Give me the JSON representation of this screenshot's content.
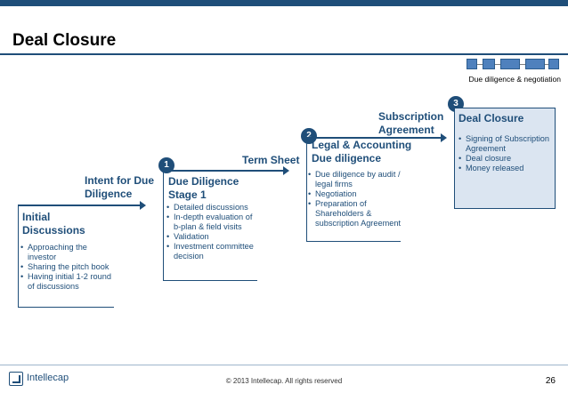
{
  "header": {
    "title": "Deal Closure"
  },
  "minimap": {
    "caption": "Due diligence & negotiation",
    "accent": "#4f81bd"
  },
  "stages": [
    {
      "title": "Initial Discussions",
      "bullets": [
        "Approaching the investor",
        "Sharing the pitch book",
        "Having initial 1-2 round of discussions"
      ]
    },
    {
      "number": "1",
      "title": "Due Diligence Stage 1",
      "bullets": [
        "Detailed discussions",
        "In-depth evaluation of b-plan & field visits",
        "Validation",
        "Investment committee decision"
      ]
    },
    {
      "number": "2",
      "title": "Legal & Accounting Due diligence",
      "bullets": [
        "Due diligence by audit / legal firms",
        "Negotiation",
        "Preparation of Shareholders & subscription Agreement"
      ]
    },
    {
      "number": "3",
      "title": "Deal Closure",
      "bullets": [
        "Signing of Subscription Agreement",
        "Deal closure",
        "Money released"
      ]
    }
  ],
  "transitions": [
    {
      "label": "Intent for Due Diligence"
    },
    {
      "label": "Term Sheet"
    },
    {
      "label": "Subscription Agreement"
    }
  ],
  "footer": {
    "brand": "Intellecap",
    "copyright": "© 2013 Intellecap. All rights reserved",
    "page": "26"
  },
  "colors": {
    "primary": "#1f4e79",
    "highlight": "#dbe5f1"
  }
}
